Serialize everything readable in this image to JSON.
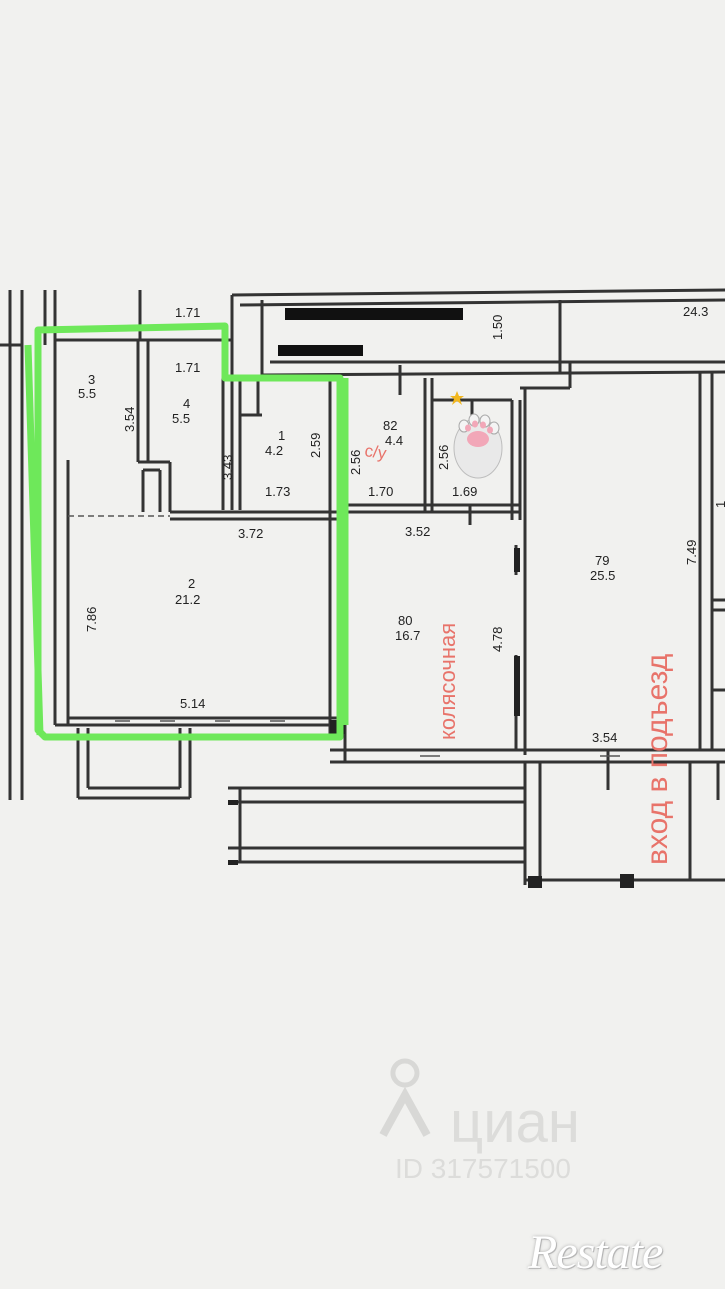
{
  "rooms": [
    {
      "num": "3",
      "area": "5.5"
    },
    {
      "num": "4",
      "area": "5.5"
    },
    {
      "num": "1",
      "area": "4.2"
    },
    {
      "num": "82",
      "area": "4.4"
    },
    {
      "num": "2",
      "area": "21.2"
    },
    {
      "num": "80",
      "area": "16.7"
    },
    {
      "num": "79",
      "area": "25.5"
    }
  ],
  "dimensions": [
    "1.71",
    "1.71",
    "1.50",
    "24.3",
    "3.54",
    "3.43",
    "2.59",
    "2.56",
    "2.56",
    "1.73",
    "1.70",
    "1.69",
    "3.72",
    "3.52",
    "7.86",
    "5.14",
    "4.78",
    "7.49",
    "3.54",
    "1"
  ],
  "annotations": {
    "bathroom": "с/у",
    "stroller_room": "колясочная",
    "entrance": "вход в подъезд"
  },
  "watermark": {
    "brand": "циан",
    "id": "ID 317571500"
  },
  "logo": "Restate",
  "colors": {
    "highlight": "#6ee85a",
    "annotation": "#e8736a",
    "wall": "#333333"
  },
  "icons": [
    "star-icon",
    "paw-icon",
    "location-pin-icon"
  ]
}
